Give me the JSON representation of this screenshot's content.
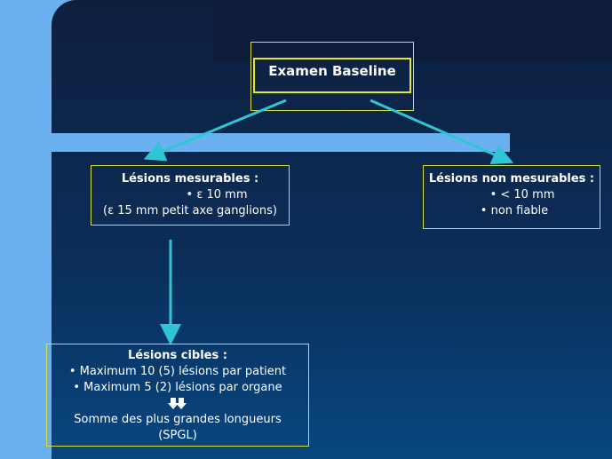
{
  "baseline": {
    "title": "Examen Baseline"
  },
  "mesurables": {
    "title": "Lésions mesurables :",
    "line1": "• ε 10 mm",
    "line2": "(ε 15 mm petit axe ganglions)"
  },
  "non_mesurables": {
    "title": "Lésions non mesurables :",
    "line1": "• < 10 mm",
    "line2": "• non fiable"
  },
  "cibles": {
    "title": "Lésions cibles :",
    "line1": "• Maximum 10 (5) lésions par patient",
    "line2": "• Maximum 5 (2) lésions par organe",
    "arrow_icon": "double-down-arrow-icon",
    "line3": "Somme des plus grandes longueurs",
    "line4": "(SPGL)"
  },
  "colors": {
    "box_border": "#d8df3a",
    "arrow": "#2fc4d6",
    "background_light": "#6bb1f0",
    "background_dark": "#0e1f3e"
  }
}
